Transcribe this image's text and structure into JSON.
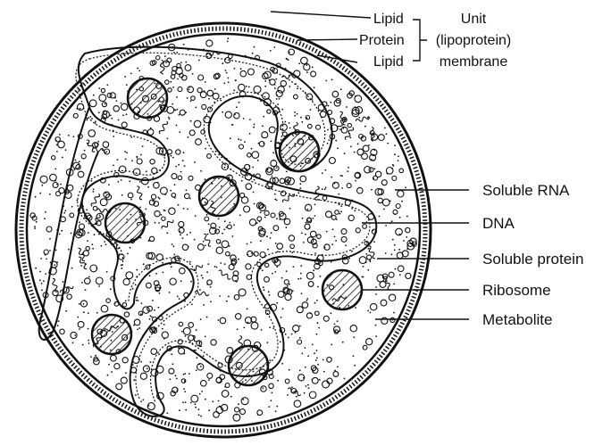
{
  "membrane": {
    "layers": [
      "Lipid",
      "Protein",
      "Lipid"
    ],
    "group_lines": [
      "Unit",
      "(lipoprotein)",
      "membrane"
    ]
  },
  "labels": {
    "soluble_rna": "Soluble RNA",
    "dna": "DNA",
    "soluble_protein": "Soluble protein",
    "ribosome": "Ribosome",
    "metabolite": "Metabolite"
  }
}
